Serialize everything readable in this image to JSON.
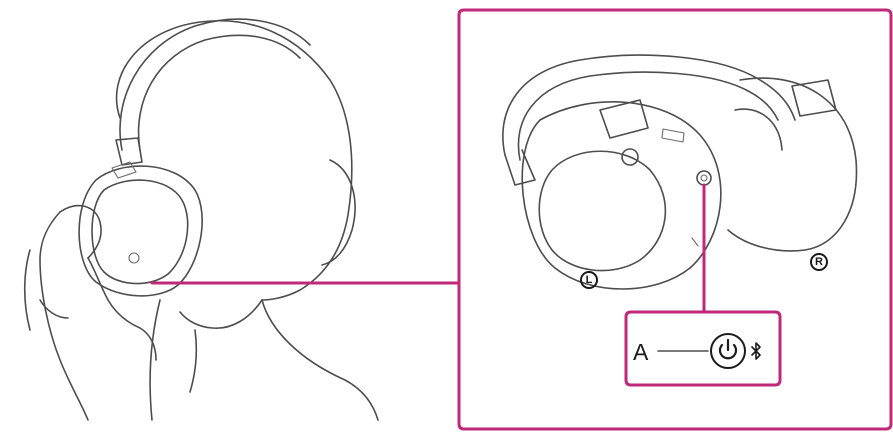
{
  "labels": {
    "left": "L",
    "right": "R",
    "button": "A"
  },
  "icons": [
    "power-icon",
    "bluetooth-icon"
  ],
  "colors": {
    "highlight": "#c0297a",
    "line": "#4d4d4d",
    "background": "#ffffff"
  }
}
